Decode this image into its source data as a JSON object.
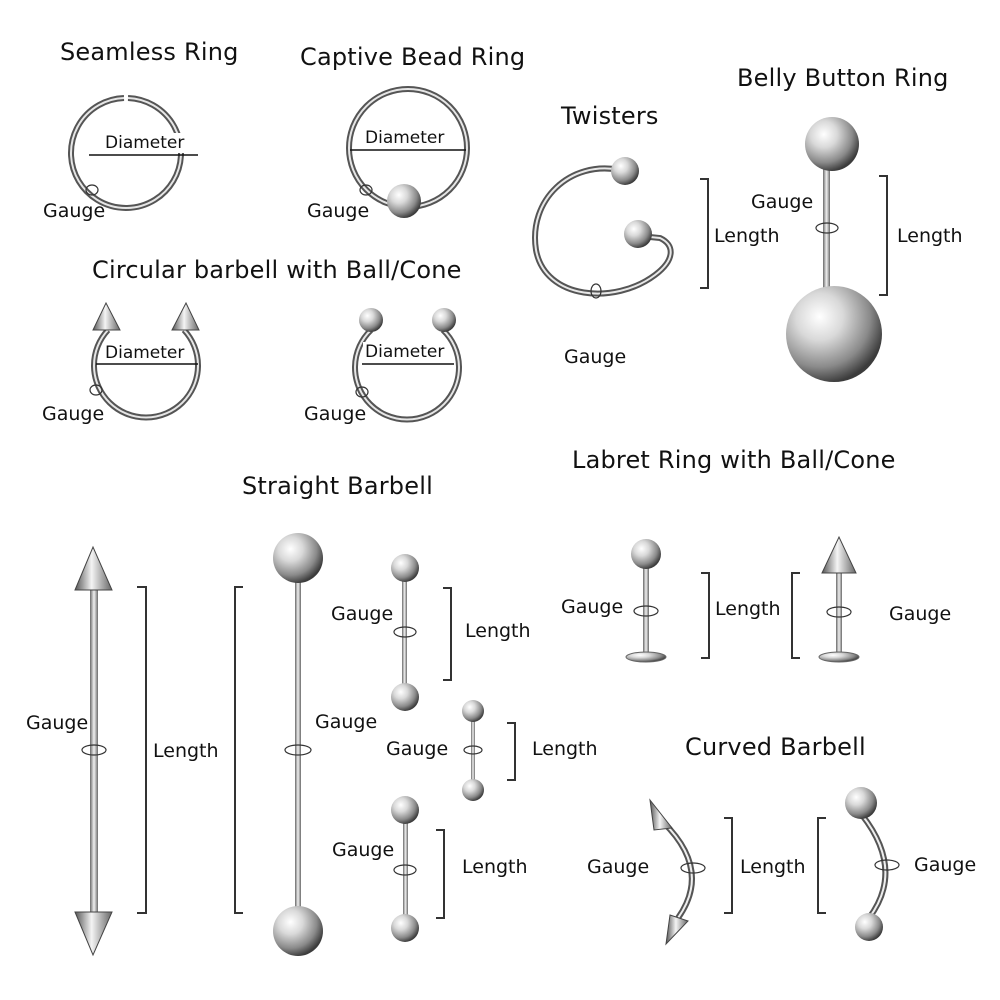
{
  "titles": {
    "seamless_ring": "Seamless Ring",
    "captive_bead_ring": "Captive Bead Ring",
    "twisters": "Twisters",
    "belly_button_ring": "Belly Button Ring",
    "circular_barbell": "Circular barbell with Ball/Cone",
    "straight_barbell": "Straight Barbell",
    "labret_ring": "Labret Ring with Ball/Cone",
    "curved_barbell": "Curved Barbell"
  },
  "labels": {
    "diameter": "Diameter",
    "gauge": "Gauge",
    "length": "Length"
  },
  "colors": {
    "metal_light": "#f2f2f2",
    "metal_mid": "#b8b8b8",
    "metal_dark": "#555555",
    "bracket": "#333333",
    "text": "#111111"
  }
}
